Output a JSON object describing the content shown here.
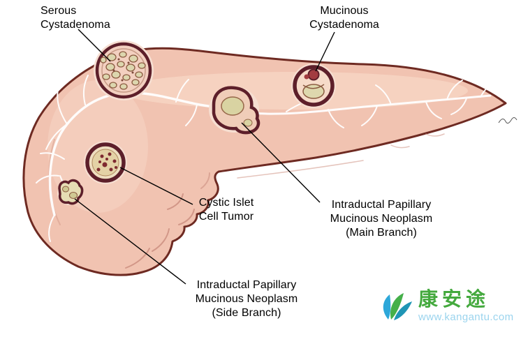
{
  "figure": {
    "labels": {
      "serous_cystadenoma": "Serous\nCystadenoma",
      "mucinous_cystadenoma": "Mucinous\nCystadenoma",
      "cystic_islet_cell_tumor": "Cystic Islet\nCell Tumor",
      "ipmn_main_branch": "Intraductal Papillary\nMucinous Neoplasm\n(Main Branch)",
      "ipmn_side_branch": "Intraductal Papillary\nMucinous Neoplasm\n(Side Branch)"
    }
  },
  "watermark": {
    "brand": "康安途",
    "url": "www.kangantu.com"
  },
  "colors": {
    "pancreas_fill": "#f1c3b1",
    "pancreas_outline": "#6e2a22",
    "lesion_rim": "#5d1f2a",
    "cyst_fill": "#dcd6ae",
    "duct_white": "#ffffff",
    "label_text": "#000000",
    "brand_green": "#44a93e",
    "url_blue": "#9bd4ee"
  }
}
